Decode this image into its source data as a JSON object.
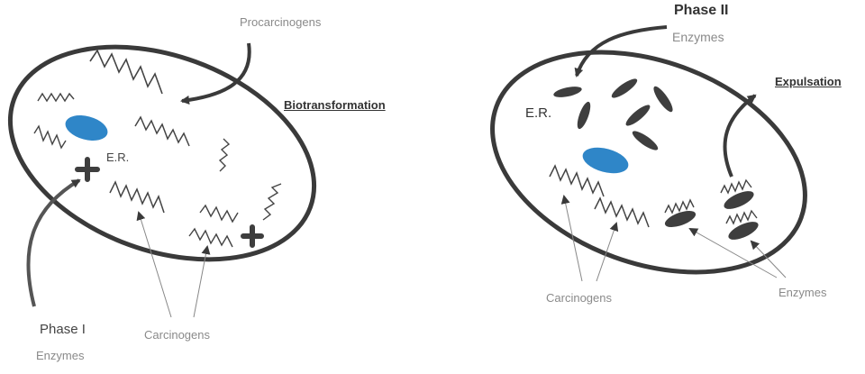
{
  "left_cell": {
    "procarcinogens": "Procarcinogens",
    "biotransformation": "Biotransformation",
    "er": "E.R.",
    "phase": "Phase I",
    "enzymes": "Enzymes",
    "carcinogens": "Carcinogens"
  },
  "right_cell": {
    "phase": "Phase II",
    "enzymes_top": "Enzymes",
    "expulsation": "Expulsation",
    "er": "E.R.",
    "carcinogens": "Carcinogens",
    "enzymes": "Enzymes"
  },
  "colors": {
    "outline": "#3a3a3a",
    "nucleus": "#2f86c8",
    "enzyme": "#3e3e3e",
    "label_gray": "#8a8a8a"
  }
}
